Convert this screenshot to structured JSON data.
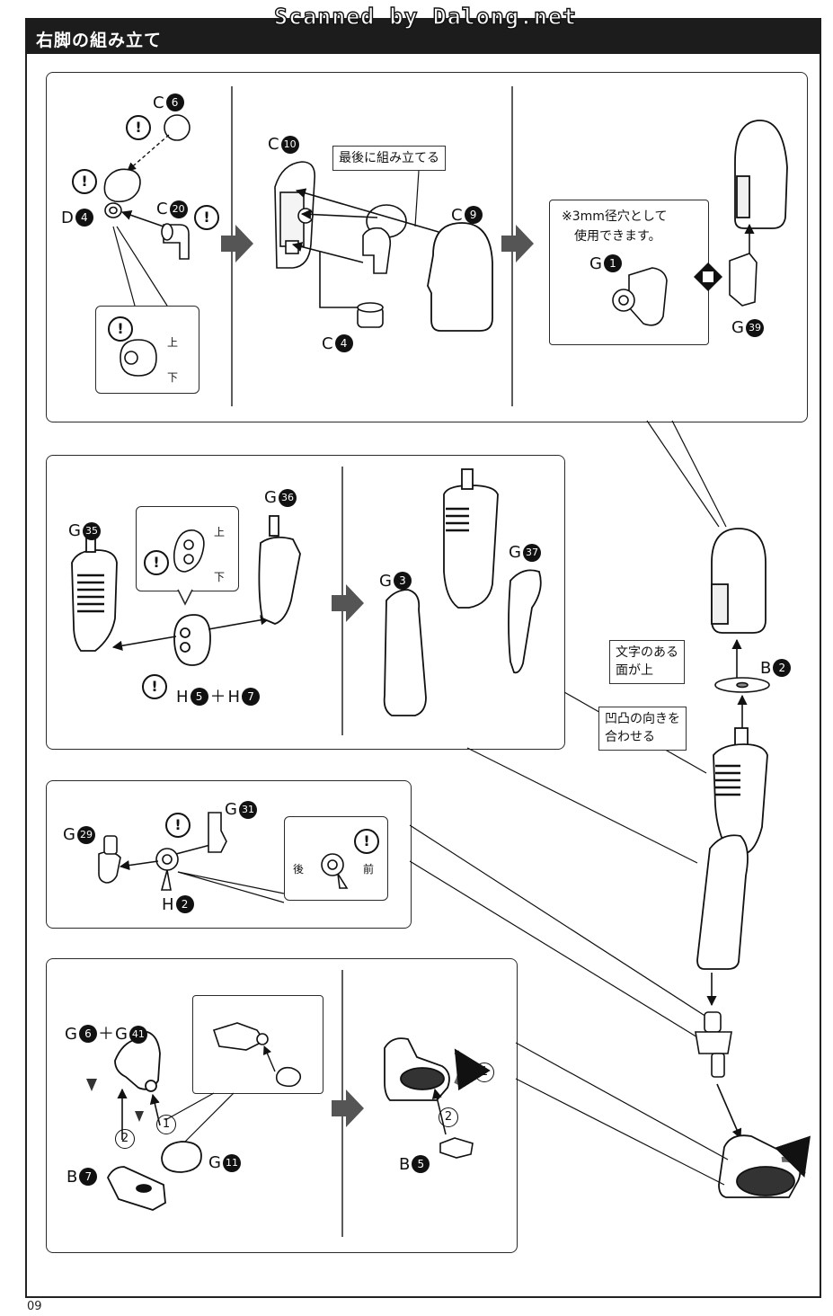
{
  "header": {
    "title": "右脚の組み立て",
    "watermark": "Scanned by Dalong.net",
    "page_number": "09"
  },
  "parts": {
    "c6": "C",
    "c6n": "6",
    "d4": "D",
    "d4n": "4",
    "c20": "C",
    "c20n": "20",
    "c10": "C",
    "c10n": "10",
    "c9": "C",
    "c9n": "9",
    "c4": "C",
    "c4n": "4",
    "g1": "G",
    "g1n": "1",
    "g39": "G",
    "g39n": "39",
    "g35": "G",
    "g35n": "35",
    "g36": "G",
    "g36n": "36",
    "h5": "H",
    "h5n": "5",
    "plus1": "＋",
    "h7": "H",
    "h7n": "7",
    "g3": "G",
    "g3n": "3",
    "g37": "G",
    "g37n": "37",
    "b2": "B",
    "b2n": "2",
    "g29": "G",
    "g29n": "29",
    "g31": "G",
    "g31n": "31",
    "h2": "H",
    "h2n": "2",
    "g6": "G",
    "g6n": "6",
    "plus2": "＋",
    "g41": "G",
    "g41n": "41",
    "b7": "B",
    "b7n": "7",
    "g11": "G",
    "g11n": "11",
    "b5": "B",
    "b5n": "5"
  },
  "notes": {
    "assemble_last": "最後に組み立てる",
    "hole_note_1": "※3mm径穴として",
    "hole_note_2": "使用できます。",
    "text_side_1": "文字のある",
    "text_side_2": "面が上",
    "align_1": "凹凸の向きを",
    "align_2": "合わせる"
  },
  "orientation": {
    "up": "上",
    "down": "下",
    "back": "後",
    "front": "前"
  },
  "steps": {
    "one": "1",
    "two": "2"
  },
  "icons": {
    "caution": "!",
    "arrow": "next-step-arrow"
  }
}
